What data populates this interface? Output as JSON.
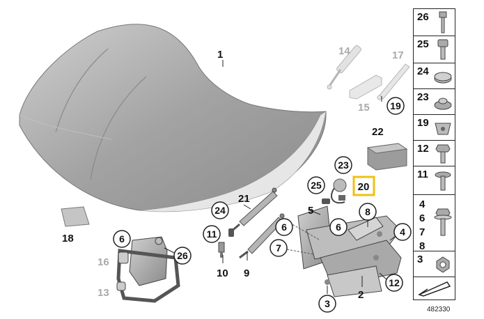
{
  "callouts": {
    "c1": "1",
    "c2": "2",
    "c3": "3",
    "c4": "4",
    "c5": "5",
    "c6a": "6",
    "c6b": "6",
    "c6c": "6",
    "c7": "7",
    "c8": "8",
    "c9": "9",
    "c10": "10",
    "c11": "11",
    "c12": "12",
    "c13": "13",
    "c14": "14",
    "c15": "15",
    "c16": "16",
    "c17": "17",
    "c18": "18",
    "c19": "19",
    "c20": "20",
    "c21": "21",
    "c22": "22",
    "c23": "23",
    "c24": "24",
    "c25": "25",
    "c26": "26"
  },
  "side_panel": {
    "items": [
      {
        "label": "26",
        "icon": "bolt-icon"
      },
      {
        "label": "25",
        "icon": "socket-screw-icon"
      },
      {
        "label": "24",
        "icon": "cap-icon"
      },
      {
        "label": "23",
        "icon": "bumper-stop-icon"
      },
      {
        "label": "19",
        "icon": "clip-nut-icon"
      },
      {
        "label": "12",
        "icon": "hex-bolt-icon"
      },
      {
        "label": "11",
        "icon": "flange-screw-icon"
      },
      {
        "labels": [
          "4",
          "6",
          "7",
          "8"
        ],
        "icon": "washer-bolt-icon"
      },
      {
        "label": "3",
        "icon": "hex-nut-icon"
      },
      {
        "label": "",
        "icon": "wedge-arrow-icon"
      }
    ]
  },
  "document_number": "482330",
  "colors": {
    "hood": "#a9a9a9",
    "part_grey": "#9a9a9a",
    "highlight_frame": "#f0c010",
    "faded_label": "#aaaaaa"
  }
}
